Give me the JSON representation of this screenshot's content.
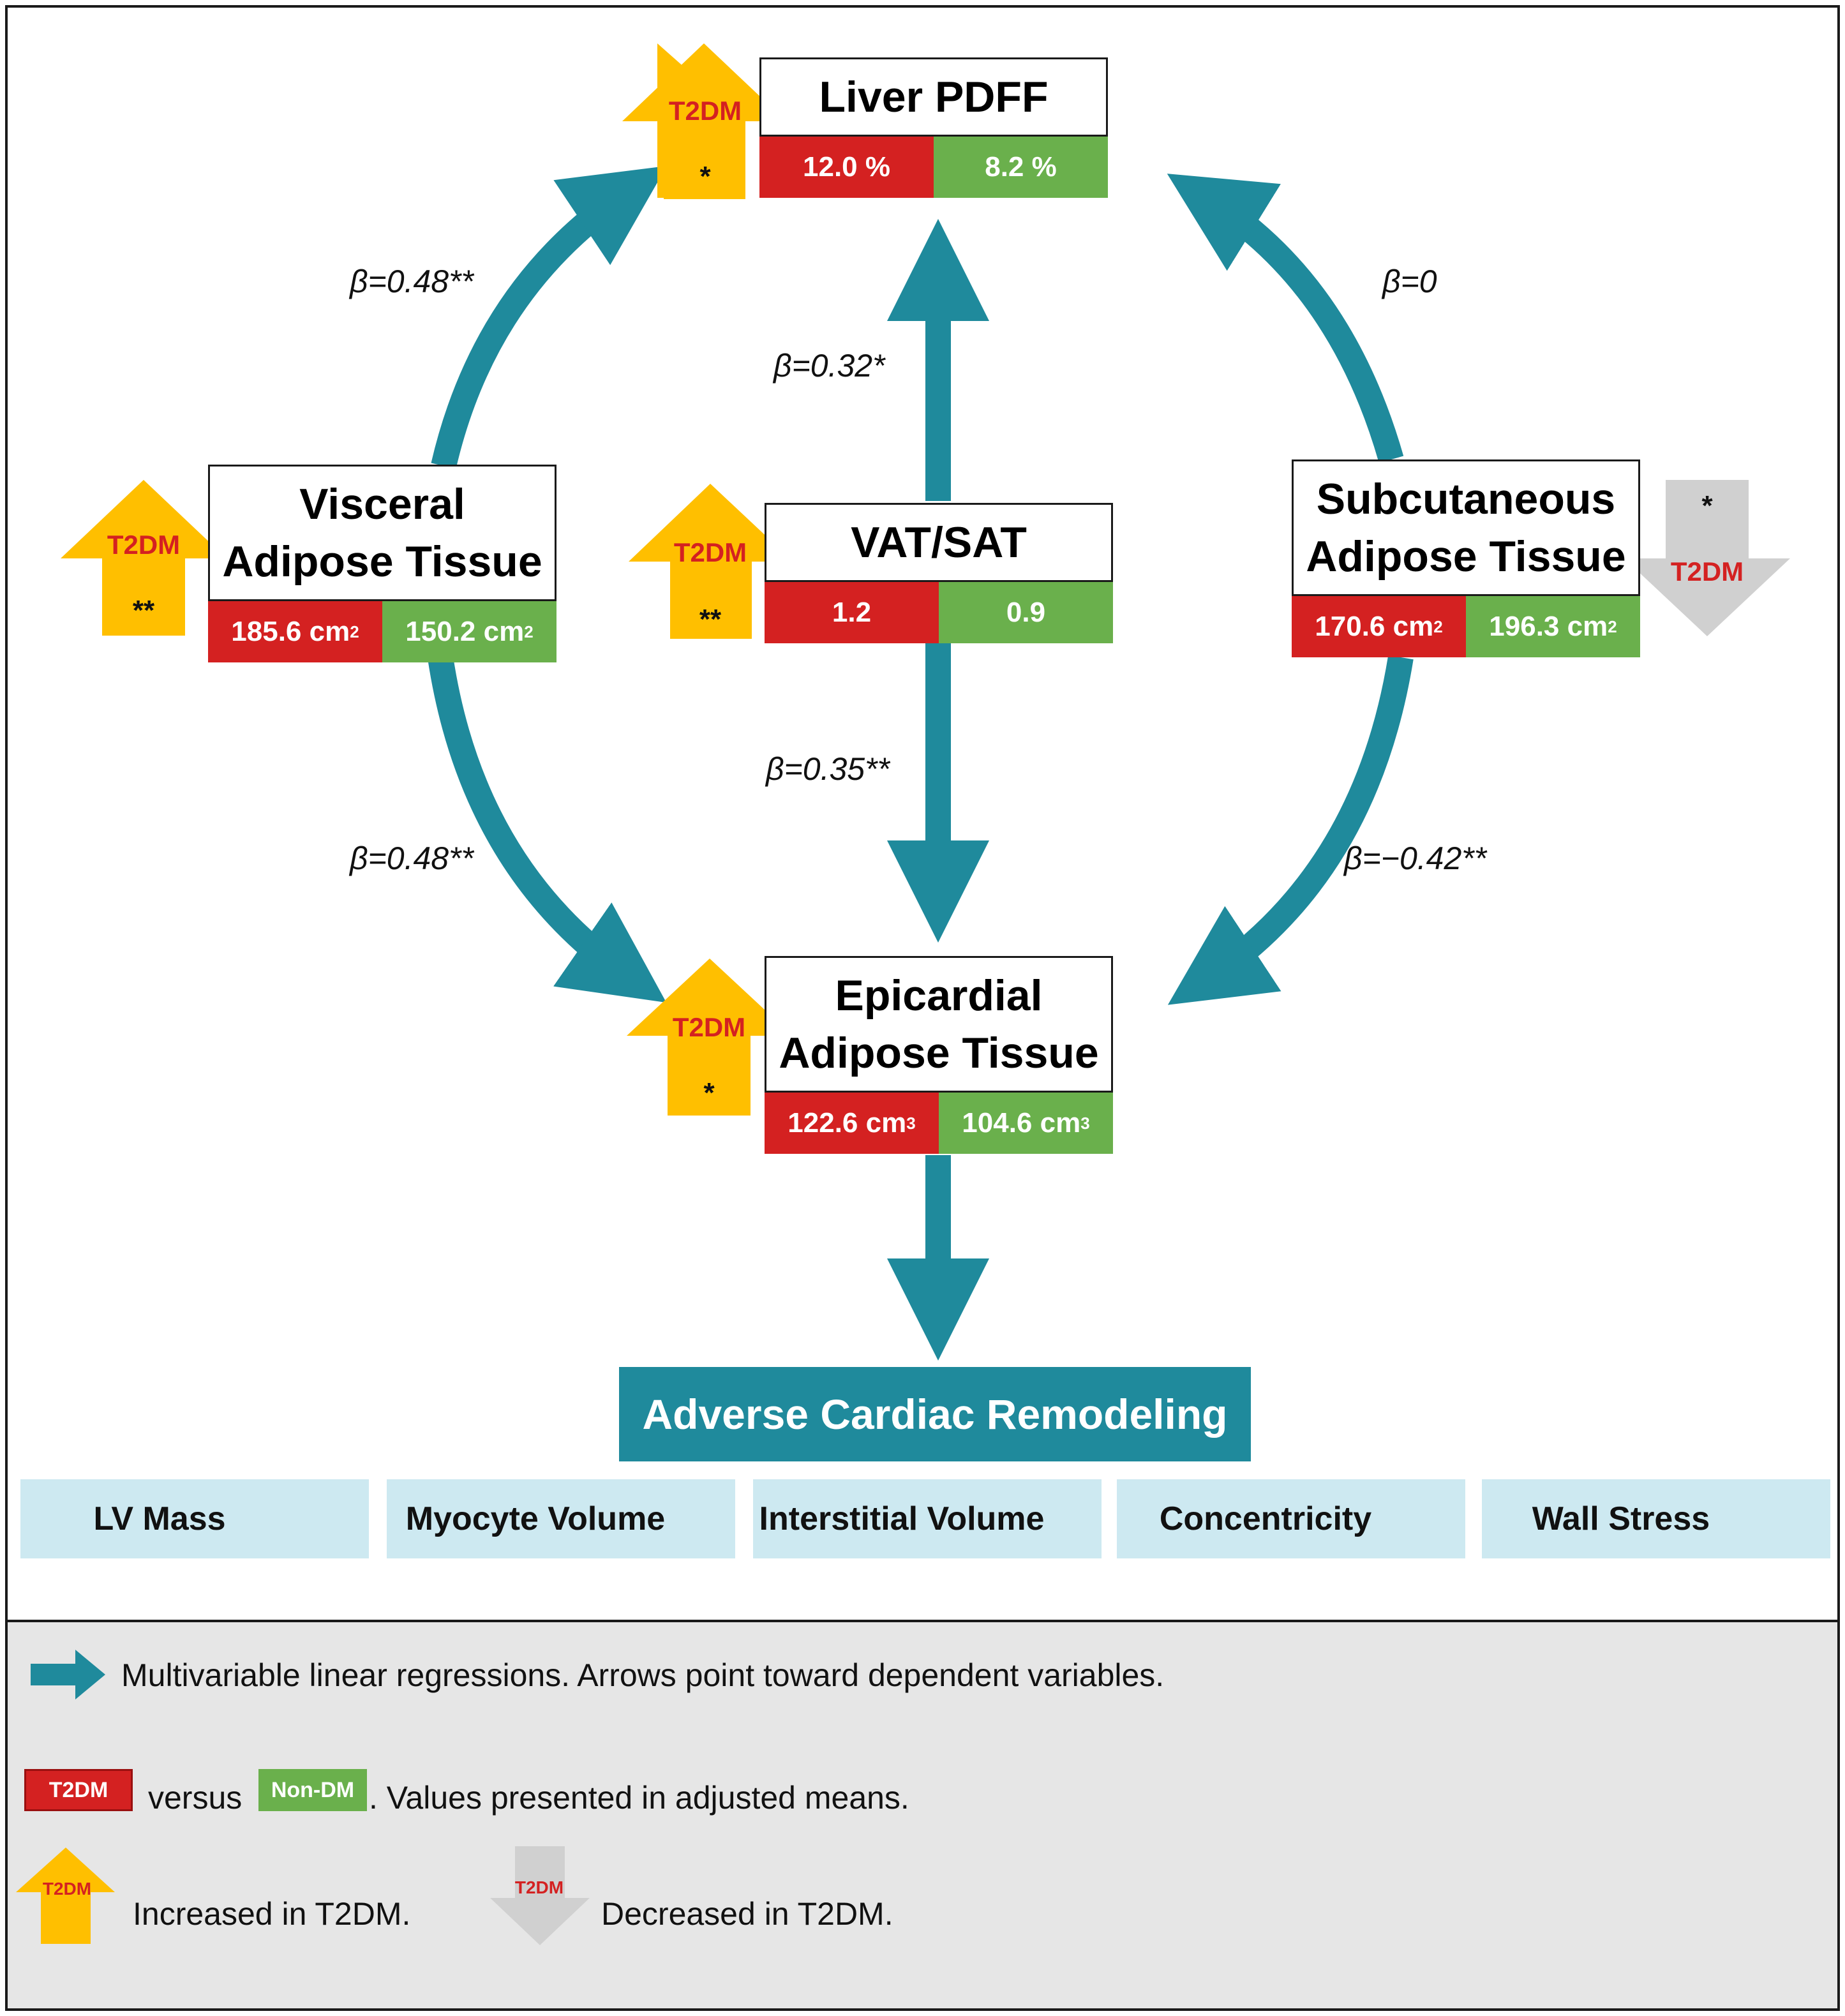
{
  "nodes": {
    "liver": {
      "title": "Liver PDFF",
      "t2dm": "12.0 %",
      "nondm": "8.2 %",
      "badge": "T2DM",
      "sig": "*"
    },
    "visceral": {
      "title_line1": "Visceral",
      "title_line2": "Adipose Tissue",
      "t2dm": "185.6 cm",
      "nondm": "150.2 cm",
      "unit_exp": "2",
      "badge": "T2DM",
      "sig": "**"
    },
    "vatsat": {
      "title": "VAT/SAT",
      "t2dm": "1.2",
      "nondm": "0.9",
      "badge": "T2DM",
      "sig": "**"
    },
    "subcutaneous": {
      "title_line1": "Subcutaneous",
      "title_line2": "Adipose Tissue",
      "t2dm": "170.6 cm",
      "nondm": "196.3 cm",
      "unit_exp": "2",
      "badge": "T2DM",
      "sig": "*"
    },
    "epicardial": {
      "title_line1": "Epicardial",
      "title_line2": "Adipose Tissue",
      "t2dm": "122.6 cm",
      "nondm": "104.6 cm",
      "unit_exp": "3",
      "badge": "T2DM",
      "sig": "*"
    }
  },
  "betas": {
    "visceral_liver": "β=0.48**",
    "vatsat_liver": "β=0.32*",
    "subcutaneous_liver": "β=0",
    "vatsat_epicardial": "β=0.35**",
    "visceral_epicardial": "β=0.48**",
    "subcutaneous_epicardial": "β=−0.42**"
  },
  "outcome": {
    "title": "Adverse Cardiac Remodeling",
    "effects": [
      "LV Mass",
      "Myocyte Volume",
      "Interstitial Volume",
      "Concentricity",
      "Wall Stress"
    ]
  },
  "legend": {
    "arrow_text": "Multivariable linear regressions. Arrows point toward dependent variables.",
    "t2dm_chip": "T2DM",
    "versus": "versus",
    "nondm_chip": "Non-DM",
    "means_text": ". Values presented in adjusted means.",
    "up_badge": "T2DM",
    "up_text": "Increased in T2DM.",
    "down_badge": "T2DM",
    "down_text": "Decreased in T2DM."
  },
  "colors": {
    "arrow_teal": "#1f8a9c",
    "t2dm_red": "#d42121",
    "nondm_green": "#6ab04c",
    "increase_yellow": "#ffbf00",
    "decrease_gray": "#d0d0d0",
    "effect_bg": "#cde9f1",
    "up_red_arrow": "#c40000"
  }
}
